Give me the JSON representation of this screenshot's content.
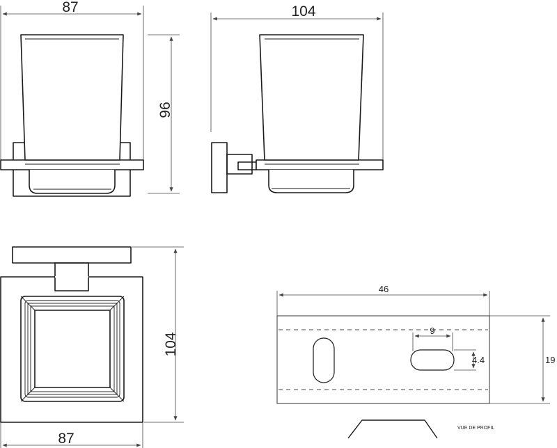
{
  "drawing": {
    "front_view": {
      "width_label": "87"
    },
    "side_view": {
      "width_label": "104",
      "height_label": "96"
    },
    "top_view": {
      "depth_label": "104",
      "width_label": "87"
    },
    "plate_detail": {
      "length_label": "46",
      "slot_width_label": "9",
      "slot_height_label": "4.4",
      "height_label": "19",
      "profile_caption": "VUE DE PROFIL"
    }
  }
}
